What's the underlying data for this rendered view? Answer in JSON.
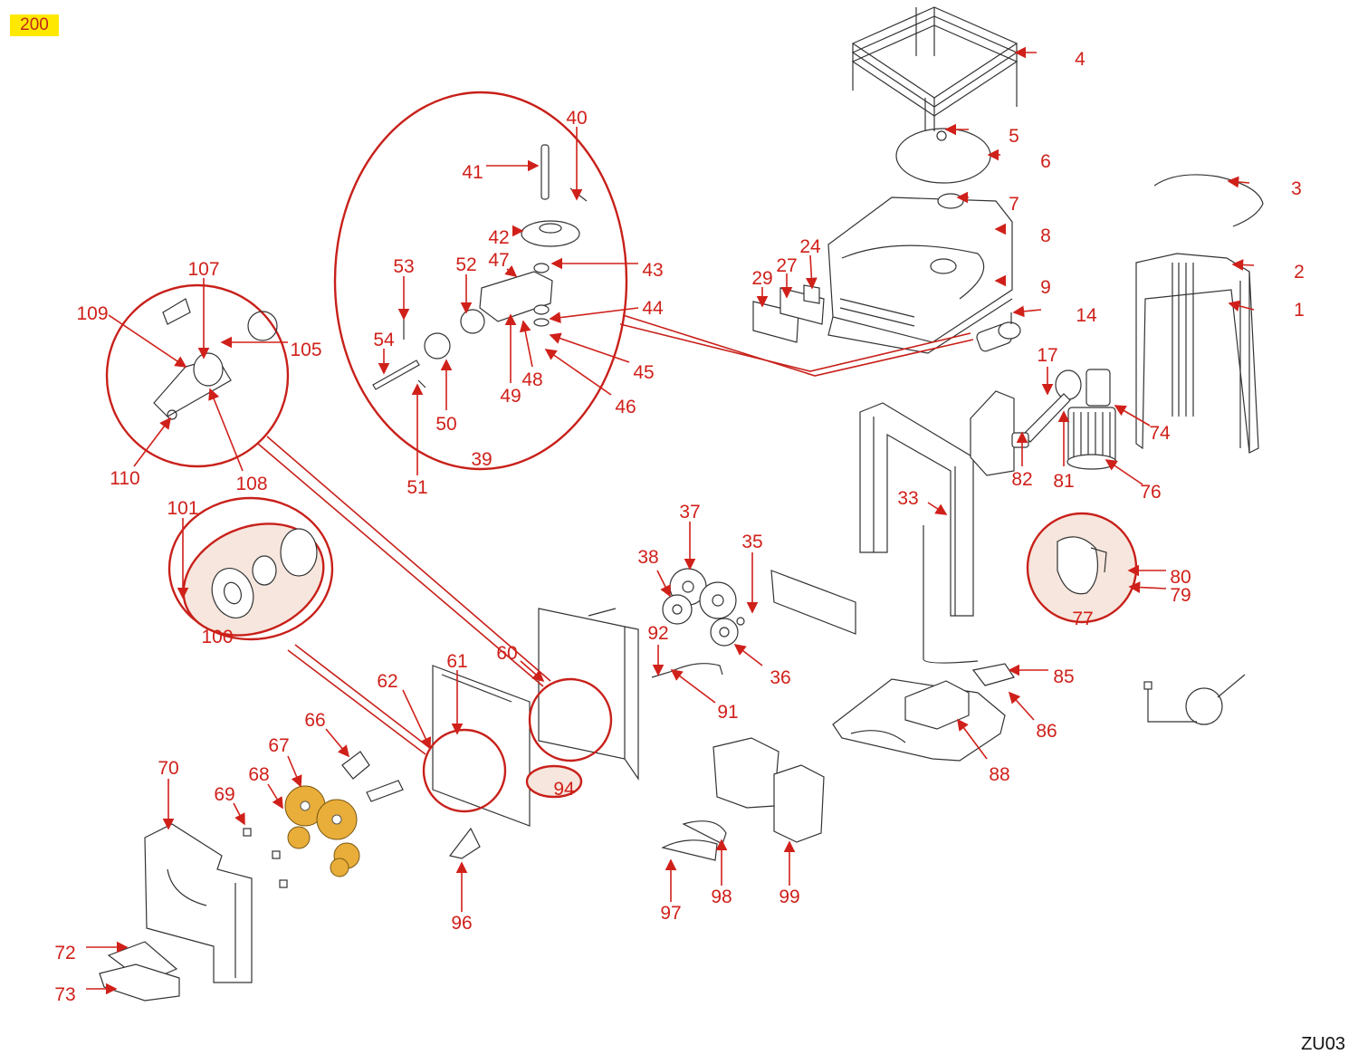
{
  "page_number": "200",
  "sheet_code": "ZU03",
  "colors": {
    "callout": "#d0201a",
    "highlight_badge": "#ffe800",
    "detail_fill": "#f6e6dd",
    "highlighted_part": "#e9ad3a"
  },
  "detail_groups": [
    {
      "id": "39",
      "label": "39",
      "members": [
        "40",
        "41",
        "42",
        "43",
        "44",
        "45",
        "46",
        "47",
        "48",
        "49",
        "50",
        "51",
        "52",
        "53",
        "54"
      ]
    },
    {
      "id": "77",
      "label": "77",
      "members": [
        "79",
        "80"
      ]
    },
    {
      "id": "100",
      "label": "100",
      "members": [
        "101"
      ]
    },
    {
      "id": "gear-detail",
      "label": "",
      "members": [
        "105",
        "107",
        "108",
        "109",
        "110"
      ]
    },
    {
      "id": "94",
      "label": "94",
      "members": []
    }
  ],
  "callouts": [
    {
      "id": "1",
      "label": "1"
    },
    {
      "id": "2",
      "label": "2"
    },
    {
      "id": "3",
      "label": "3"
    },
    {
      "id": "4",
      "label": "4"
    },
    {
      "id": "5",
      "label": "5"
    },
    {
      "id": "6",
      "label": "6"
    },
    {
      "id": "7",
      "label": "7"
    },
    {
      "id": "8",
      "label": "8"
    },
    {
      "id": "9",
      "label": "9"
    },
    {
      "id": "14",
      "label": "14"
    },
    {
      "id": "17",
      "label": "17"
    },
    {
      "id": "24",
      "label": "24"
    },
    {
      "id": "27",
      "label": "27"
    },
    {
      "id": "29",
      "label": "29"
    },
    {
      "id": "33",
      "label": "33"
    },
    {
      "id": "35",
      "label": "35"
    },
    {
      "id": "36",
      "label": "36"
    },
    {
      "id": "37",
      "label": "37"
    },
    {
      "id": "38",
      "label": "38"
    },
    {
      "id": "39",
      "label": "39"
    },
    {
      "id": "40",
      "label": "40"
    },
    {
      "id": "41",
      "label": "41"
    },
    {
      "id": "42",
      "label": "42"
    },
    {
      "id": "43",
      "label": "43"
    },
    {
      "id": "44",
      "label": "44"
    },
    {
      "id": "45",
      "label": "45"
    },
    {
      "id": "46",
      "label": "46"
    },
    {
      "id": "47",
      "label": "47"
    },
    {
      "id": "48",
      "label": "48"
    },
    {
      "id": "49",
      "label": "49"
    },
    {
      "id": "50",
      "label": "50"
    },
    {
      "id": "51",
      "label": "51"
    },
    {
      "id": "52",
      "label": "52"
    },
    {
      "id": "53",
      "label": "53"
    },
    {
      "id": "54",
      "label": "54"
    },
    {
      "id": "60",
      "label": "60"
    },
    {
      "id": "61",
      "label": "61"
    },
    {
      "id": "62",
      "label": "62"
    },
    {
      "id": "66",
      "label": "66"
    },
    {
      "id": "67",
      "label": "67"
    },
    {
      "id": "68",
      "label": "68"
    },
    {
      "id": "69",
      "label": "69"
    },
    {
      "id": "70",
      "label": "70"
    },
    {
      "id": "72",
      "label": "72"
    },
    {
      "id": "73",
      "label": "73"
    },
    {
      "id": "74",
      "label": "74"
    },
    {
      "id": "76",
      "label": "76"
    },
    {
      "id": "77",
      "label": "77"
    },
    {
      "id": "79",
      "label": "79"
    },
    {
      "id": "80",
      "label": "80"
    },
    {
      "id": "81",
      "label": "81"
    },
    {
      "id": "82",
      "label": "82"
    },
    {
      "id": "85",
      "label": "85"
    },
    {
      "id": "86",
      "label": "86"
    },
    {
      "id": "88",
      "label": "88"
    },
    {
      "id": "91",
      "label": "91"
    },
    {
      "id": "92",
      "label": "92"
    },
    {
      "id": "94",
      "label": "94"
    },
    {
      "id": "96",
      "label": "96"
    },
    {
      "id": "97",
      "label": "97"
    },
    {
      "id": "98",
      "label": "98"
    },
    {
      "id": "99",
      "label": "99"
    },
    {
      "id": "100",
      "label": "100"
    },
    {
      "id": "101",
      "label": "101"
    },
    {
      "id": "105",
      "label": "105"
    },
    {
      "id": "107",
      "label": "107"
    },
    {
      "id": "108",
      "label": "108"
    },
    {
      "id": "109",
      "label": "109"
    },
    {
      "id": "110",
      "label": "110"
    }
  ]
}
